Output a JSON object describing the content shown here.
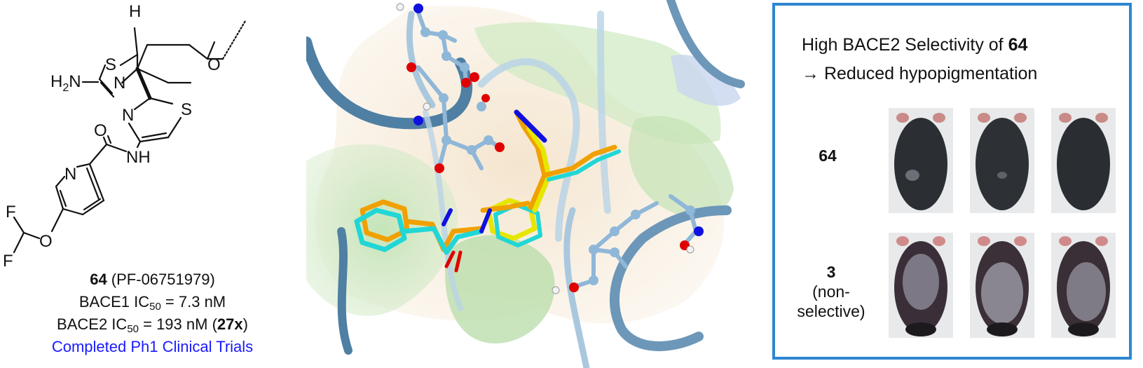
{
  "molecule": {
    "atoms": {
      "H_stereo": "H",
      "S_thiazine": "S",
      "N_thiazine": "N",
      "O_pyran": "O",
      "H2N": "H2N",
      "N_thiazole": "N",
      "S_thiazole": "S",
      "O_amide": "O",
      "NH_amide": "NH",
      "N_pyridine": "N",
      "O_ether": "O",
      "F_top": "F",
      "F_bottom": "F"
    },
    "caption": {
      "compound_number": "64",
      "compound_code": " (PF-06751979)",
      "bace1_prefix": "BACE1 IC",
      "bace1_sub": "50",
      "bace1_value": " = 7.3 nM",
      "bace2_prefix": "BACE2 IC",
      "bace2_sub": "50",
      "bace2_value": " = 193 nM (",
      "selectivity": "27x",
      "bace2_close": ")",
      "trial_status": "Completed Ph1 Clinical Trials"
    }
  },
  "selectivity_panel": {
    "title_line1_prefix": "High BACE2 Selectivity of ",
    "title_line1_compound": "64",
    "title_line2_arrow": "→",
    "title_line2_text": " Reduced hypopigmentation",
    "row_64_label": "64",
    "row_3_number": "3",
    "row_3_note_line1": "(non-",
    "row_3_note_line2": "selective)"
  },
  "colors": {
    "frame_blue": "#2e86d1",
    "caption_link_blue": "#1a1aff",
    "ligand_orange": "#f0a000",
    "ligand_cyan": "#21d6d6",
    "ligand_yellow": "#e6e600",
    "protein_ribbon": "#7fa9c9",
    "protein_stick": "#8fb7d8",
    "oxygen_red": "#e00000",
    "nitrogen_blue": "#1010e0"
  }
}
